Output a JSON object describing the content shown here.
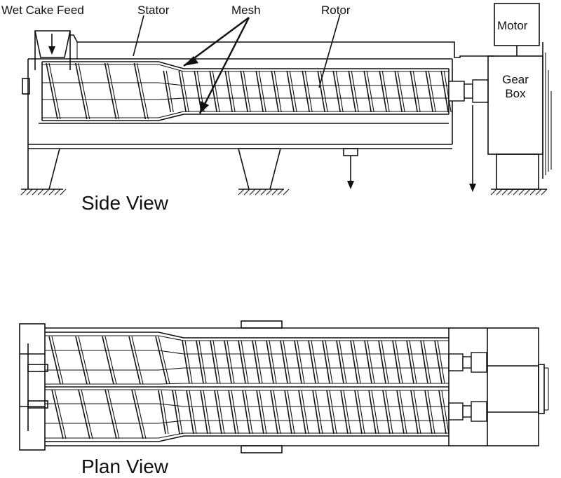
{
  "labels": {
    "wet_cake_feed": "Wet Cake Feed",
    "stator": "Stator",
    "mesh": "Mesh",
    "rotor": "Rotor",
    "motor": "Motor",
    "gear_box_line1": "Gear",
    "gear_box_line2": "Box",
    "side_view": "Side View",
    "plan_view": "Plan View"
  }
}
